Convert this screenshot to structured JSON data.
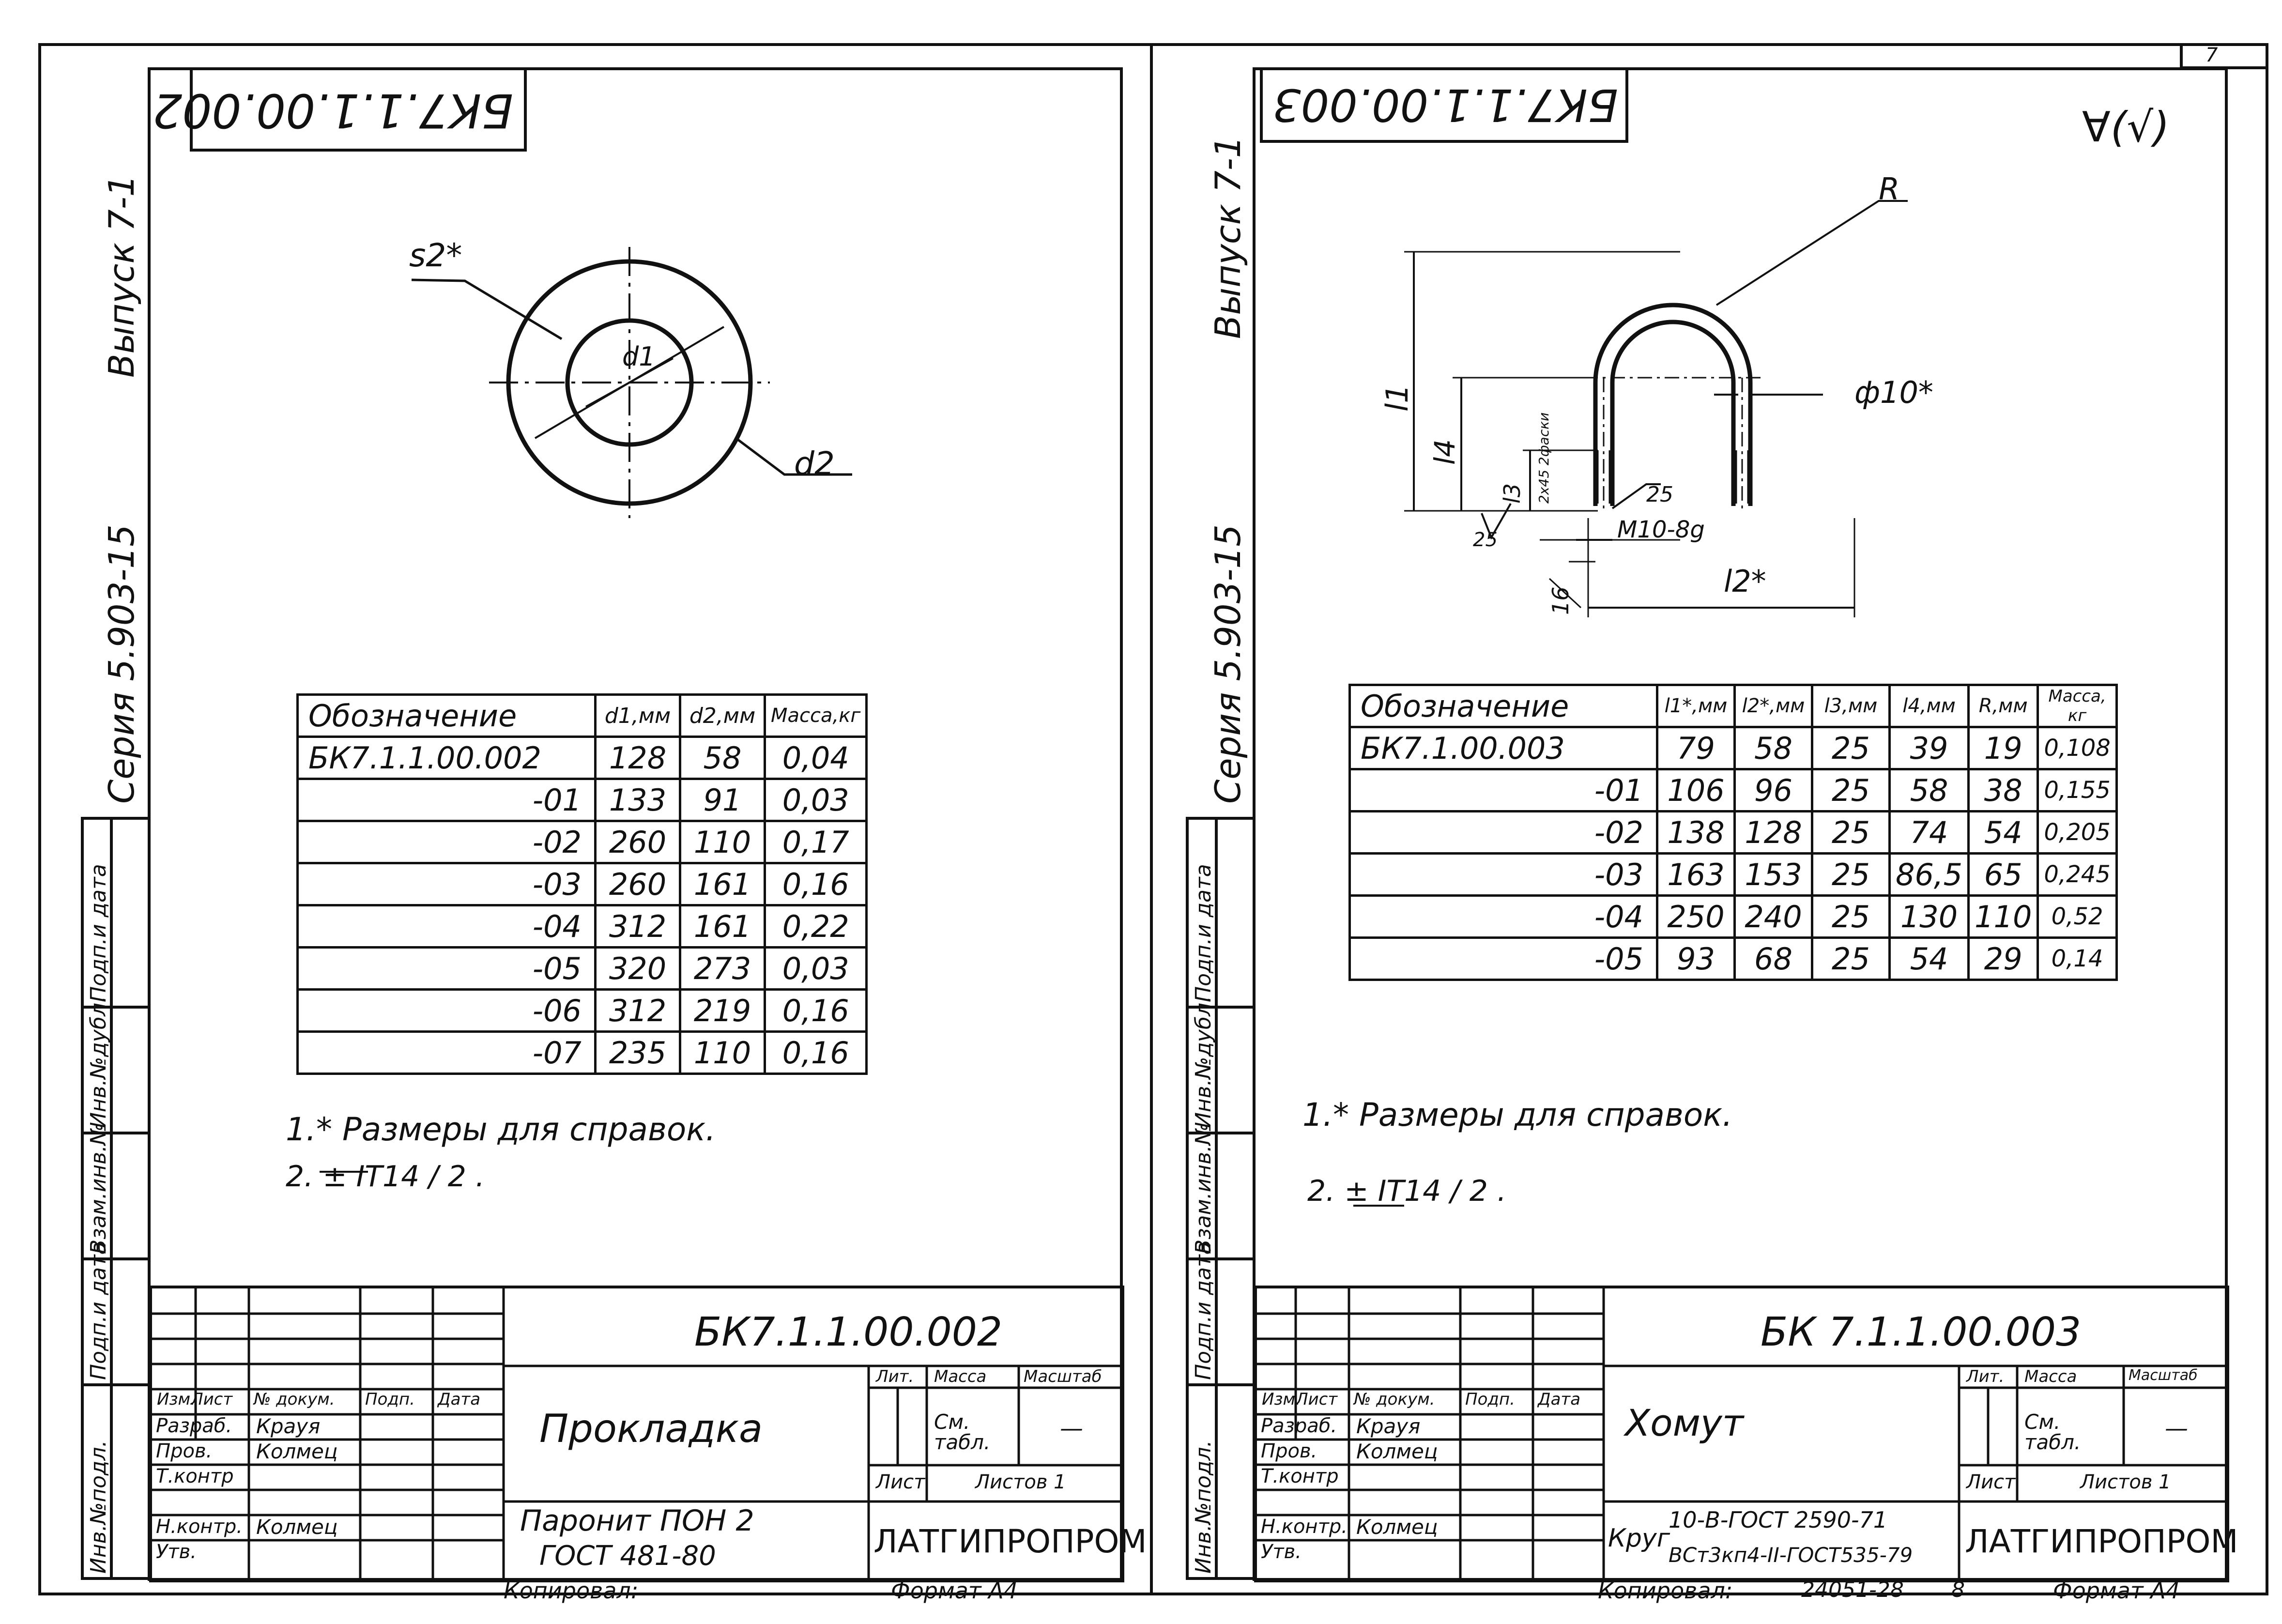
{
  "page_number": "7",
  "left": {
    "header_code": "БК7.1.1.00.002",
    "series": "Серия 5.903-15",
    "issue": "Выпуск 7-1",
    "side_labels": [
      "Подп.и дата",
      "Инв.№дубл.",
      "Взам.инв.№",
      "Подп.и дата",
      "Инв.№подл."
    ],
    "dim_labels": {
      "s": "s2*",
      "d1": "d1",
      "d2": "d2"
    },
    "table": {
      "headers": [
        "Обозначение",
        "d1,мм",
        "d2,мм",
        "Масса,кг"
      ],
      "rows": [
        [
          "БК7.1.1.00.002",
          "128",
          "58",
          "0,04"
        ],
        [
          "-01",
          "133",
          "91",
          "0,03"
        ],
        [
          "-02",
          "260",
          "110",
          "0,17"
        ],
        [
          "-03",
          "260",
          "161",
          "0,16"
        ],
        [
          "-04",
          "312",
          "161",
          "0,22"
        ],
        [
          "-05",
          "320",
          "273",
          "0,03"
        ],
        [
          "-06",
          "312",
          "219",
          "0,16"
        ],
        [
          "-07",
          "235",
          "110",
          "0,16"
        ]
      ]
    },
    "notes": [
      "1.* Размеры для справок.",
      "2. ± IT14 / 2 ."
    ],
    "title_block": {
      "code": "БК7.1.1.00.002",
      "name": "Прокладка",
      "material": "Паронит ПОН 2",
      "material_std": "ГОСТ 481-80",
      "org": "ЛАТГИПРОПРОМ",
      "col_headers": [
        "Изм.",
        "Лист",
        "№ докум.",
        "Подп.",
        "Дата"
      ],
      "roles": [
        "Разраб.",
        "Пров.",
        "Т.контр",
        "",
        "Н.контр.",
        "Утв."
      ],
      "names": [
        "Крауя",
        "Колмец",
        "",
        "",
        "Колмец",
        ""
      ],
      "lit": "Лит.",
      "mass": "Масса",
      "scale": "Масштаб",
      "mass_val": "См. табл.",
      "scale_val": "—",
      "sheet": "Лист",
      "sheets": "Листов 1",
      "copied": "Копировал:",
      "format": "Формат А4"
    }
  },
  "right": {
    "header_code": "БК7.1.1.00.003",
    "series": "Серия 5.903-15",
    "issue": "Выпуск 7-1",
    "roughness": "∀(√)",
    "dim_labels": {
      "R": "R",
      "phi": "ф10*",
      "l1": "l1",
      "l4": "l4",
      "l3": "l3",
      "chamfer": "2x45 2фаски",
      "a25a": "25",
      "a25b": "25",
      "thread": "М10-8g",
      "b16": "16",
      "l2": "l2*"
    },
    "table": {
      "headers": [
        "Обозначение",
        "l1*,мм",
        "l2*,мм",
        "l3,мм",
        "l4,мм",
        "R,мм",
        "Масса, кг"
      ],
      "rows": [
        [
          "БК7.1.00.003",
          "79",
          "58",
          "25",
          "39",
          "19",
          "0,108"
        ],
        [
          "-01",
          "106",
          "96",
          "25",
          "58",
          "38",
          "0,155"
        ],
        [
          "-02",
          "138",
          "128",
          "25",
          "74",
          "54",
          "0,205"
        ],
        [
          "-03",
          "163",
          "153",
          "25",
          "86,5",
          "65",
          "0,245"
        ],
        [
          "-04",
          "250",
          "240",
          "25",
          "130",
          "110",
          "0,52"
        ],
        [
          "-05",
          "93",
          "68",
          "25",
          "54",
          "29",
          "0,14"
        ]
      ]
    },
    "notes": [
      "1.* Размеры для справок.",
      "2. ± IT14 / 2 ."
    ],
    "title_block": {
      "code": "БК 7.1.1.00.003",
      "name": "Хомут",
      "material_prefix": "Круг",
      "material_top": "10-В-ГОСТ 2590-71",
      "material_bot": "ВСт3кп4-II-ГОСТ535-79",
      "org": "ЛАТГИПРОПРОМ",
      "col_headers": [
        "Изм.",
        "Лист",
        "№ докум.",
        "Подп.",
        "Дата"
      ],
      "roles": [
        "Разраб.",
        "Пров.",
        "Т.контр",
        "",
        "Н.контр.",
        "Утв."
      ],
      "names": [
        "Крауя",
        "Колмец",
        "",
        "",
        "Колмец",
        ""
      ],
      "lit": "Лит.",
      "mass": "Масса",
      "scale": "Масштаб",
      "mass_val": "См. табл.",
      "scale_val": "—",
      "sheet": "Лист",
      "sheets": "Листов 1",
      "copied": "Копировал:",
      "order": "24051-28",
      "page": "8",
      "format": "Формат А4"
    }
  }
}
